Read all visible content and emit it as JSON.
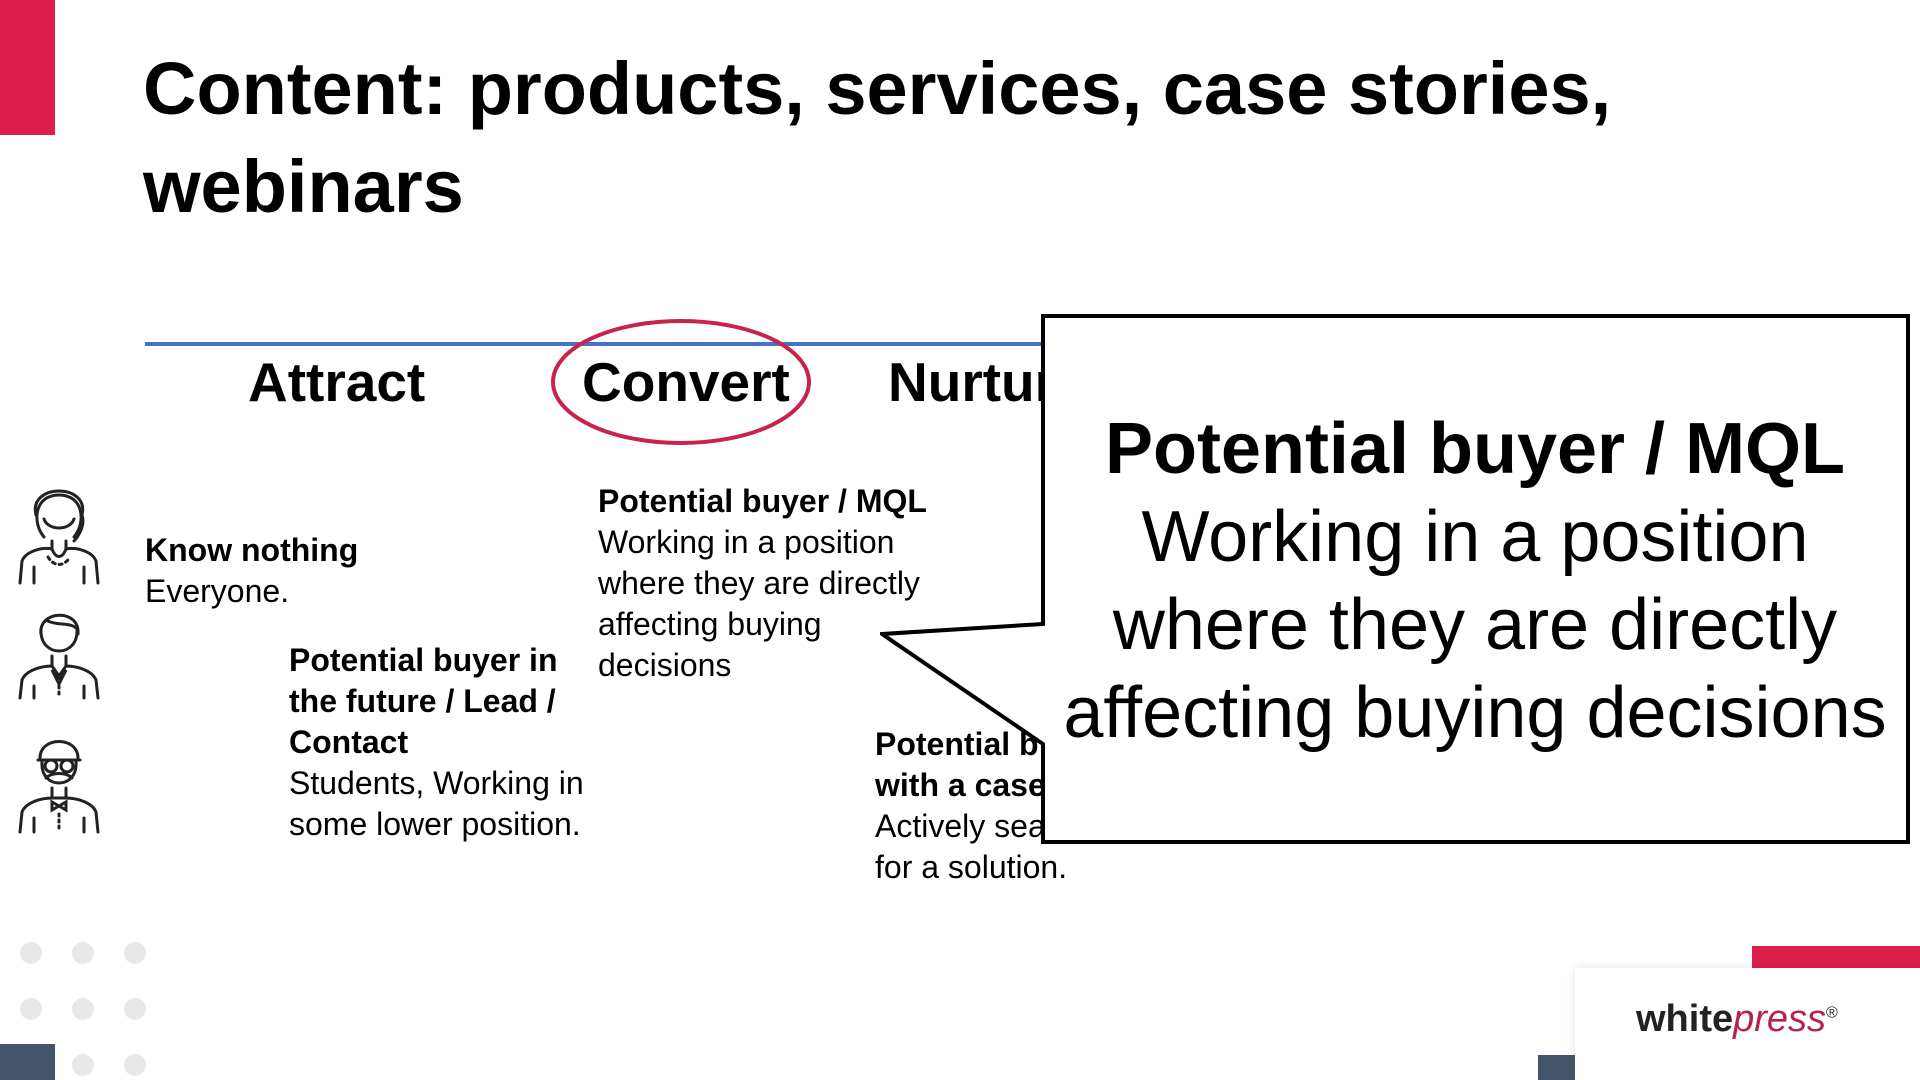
{
  "slide": {
    "title": "Content: products, services, case stories, webinars"
  },
  "stages": {
    "attract": "Attract",
    "convert": "Convert",
    "nurture": "Nurtur"
  },
  "personas": {
    "know_nothing": {
      "heading": "Know nothing",
      "body": "Everyone."
    },
    "lead": {
      "heading_line1": "Potential buyer in",
      "heading_line2": "the future / Lead /",
      "heading_line3": "Contact",
      "body_line1": "Students, Working in",
      "body_line2": "some lower position."
    },
    "mql": {
      "heading": "Potential buyer / MQL",
      "body_line1": "Working in a position",
      "body_line2": "where they are directly",
      "body_line3": "affecting buying",
      "body_line4": "decisions"
    },
    "case": {
      "heading_line1": "Potential b",
      "heading_line2": "with a case",
      "body_line1": "Actively sea",
      "body_line2": "for a solution."
    }
  },
  "callout": {
    "heading": "Potential buyer / MQL",
    "line1": "Working in a position",
    "line2": "where they are directly",
    "line3": "affecting buying decisions"
  },
  "logo": {
    "white": "white",
    "press": "press",
    "mark": "®"
  },
  "colors": {
    "accent_red": "#dc1e4b",
    "line_blue": "#4472c4",
    "navy": "#44546a"
  },
  "icons": [
    "woman-avatar-icon",
    "man-avatar-icon",
    "bearded-man-avatar-icon"
  ]
}
